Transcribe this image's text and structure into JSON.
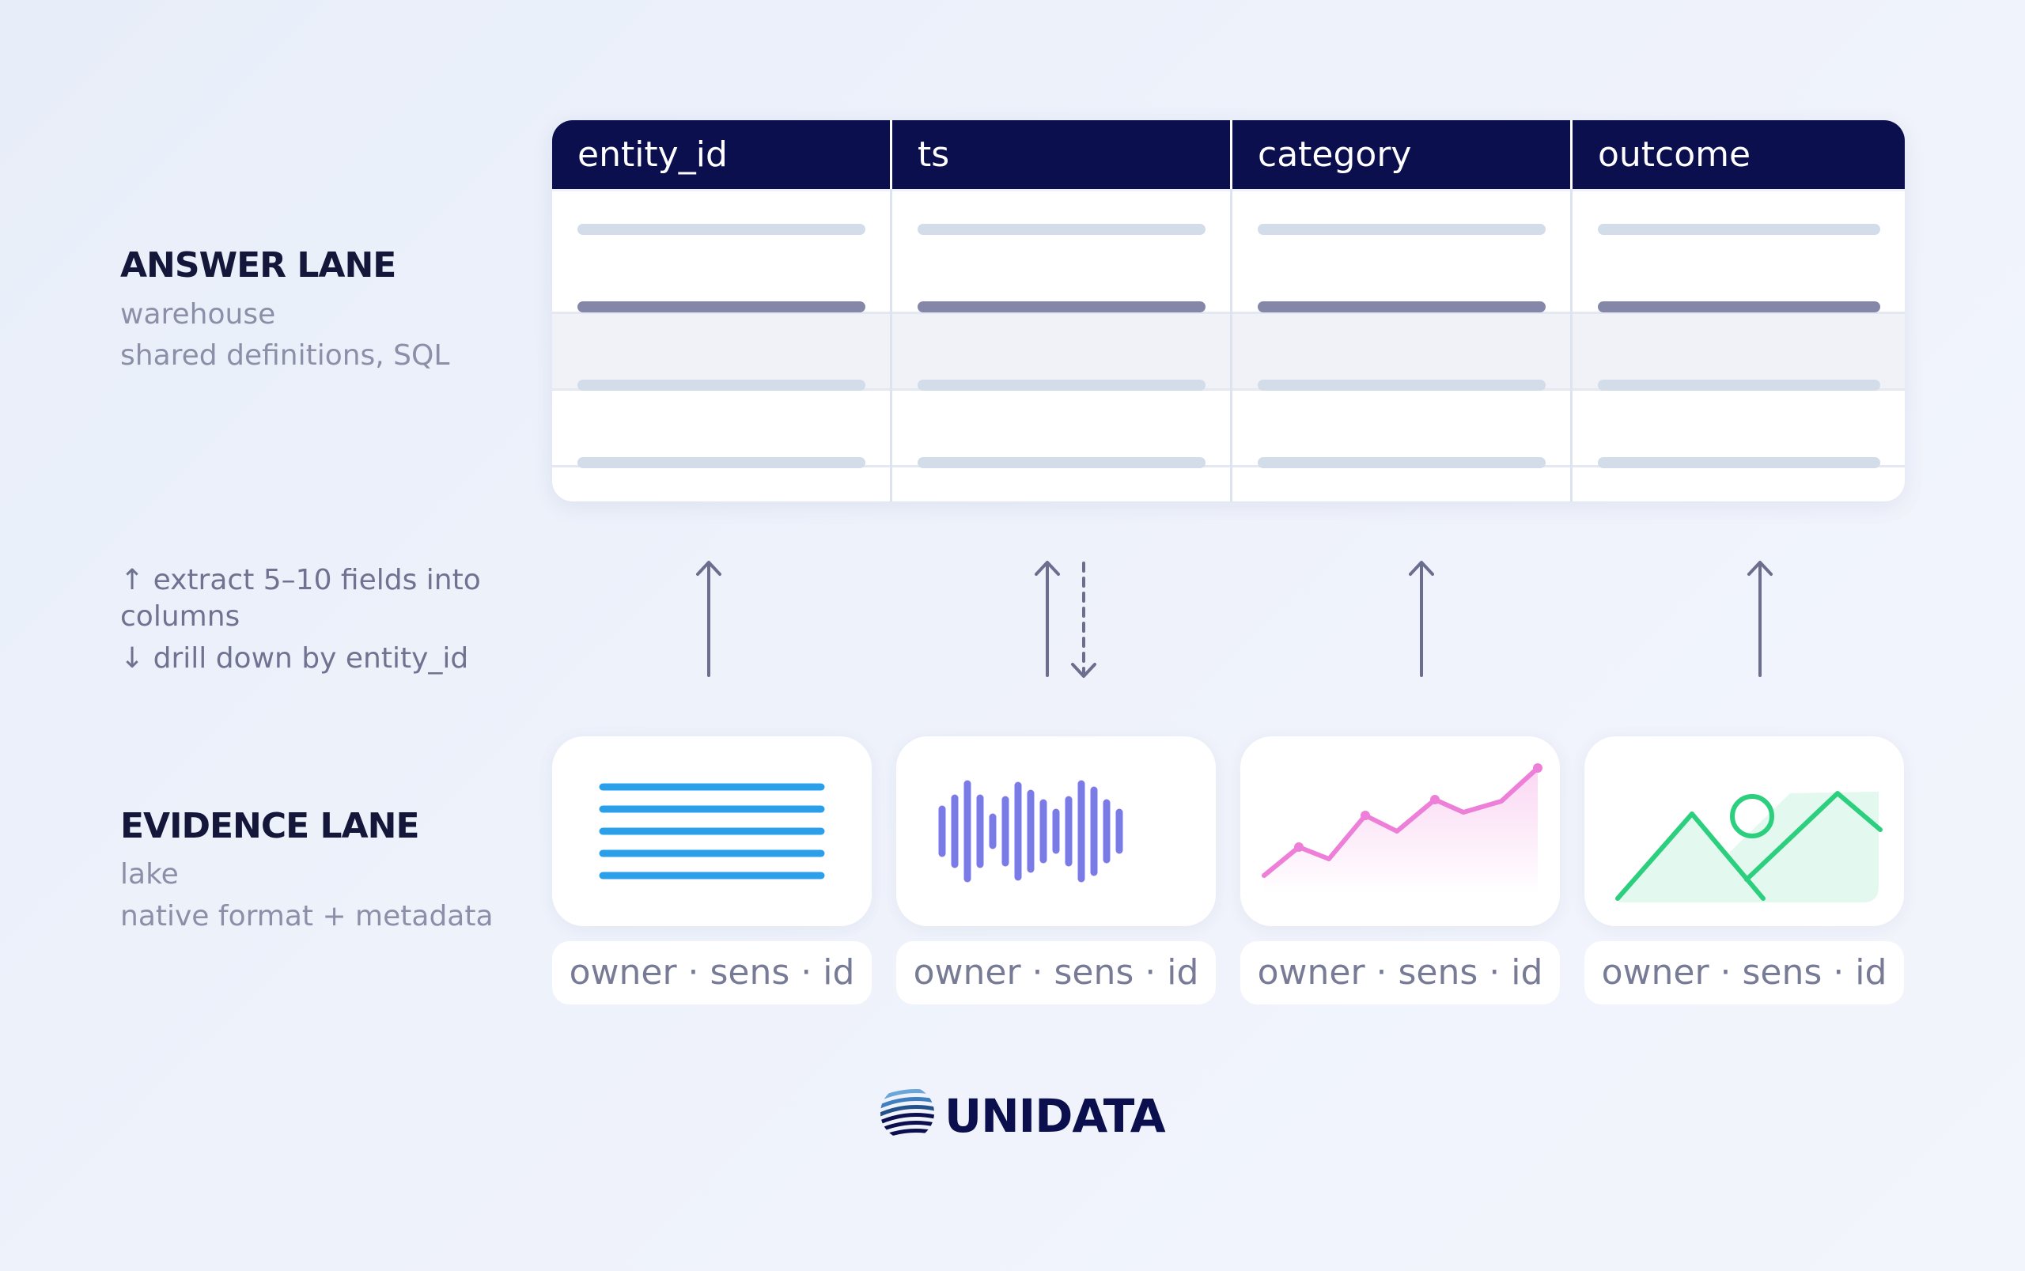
{
  "answer_lane": {
    "title": "ANSWER LANE",
    "line1": "warehouse",
    "line2": "shared definitions, SQL"
  },
  "flow_notes": {
    "line1": "↑ extract 5–10 fields into",
    "line2": "columns",
    "line3": "↓ drill down by entity_id"
  },
  "evidence_lane": {
    "title": "EVIDENCE LANE",
    "line1": "lake",
    "line2": "native format + metadata"
  },
  "table": {
    "columns": [
      "entity_id",
      "ts",
      "category",
      "outcome"
    ],
    "row_count": 4,
    "highlighted_row": 1
  },
  "cards": [
    {
      "icon": "text-document-icon",
      "meta": "owner · sens · id",
      "color": "#2b9fea"
    },
    {
      "icon": "audio-waveform-icon",
      "meta": "owner · sens · id",
      "color": "#7b7be8"
    },
    {
      "icon": "line-chart-icon",
      "meta": "owner · sens · id",
      "color": "#ee7fd8"
    },
    {
      "icon": "image-landscape-icon",
      "meta": "owner · sens · id",
      "color": "#2ccf7e"
    }
  ],
  "logo": {
    "text": "UNIDATA",
    "color": "#0c0f4e"
  },
  "colors": {
    "header": "#0c0f4e",
    "arrow": "#6b6e8c",
    "muted_text": "#8c8fa8"
  }
}
